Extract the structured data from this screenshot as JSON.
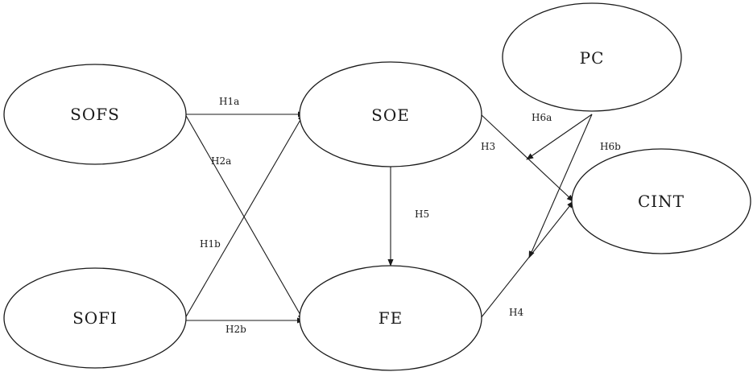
{
  "nodes": {
    "sofs": "SOFS",
    "sofi": "SOFI",
    "soe": "SOE",
    "fe": "FE",
    "pc": "PC",
    "cint": "CINT"
  },
  "edges": {
    "h1a": "H1a",
    "h1b": "H1b",
    "h2a": "H2a",
    "h2b": "H2b",
    "h3": "H3",
    "h4": "H4",
    "h5": "H5",
    "h6a": "H6a",
    "h6b": "H6b"
  },
  "colors": {
    "stroke": "#1a1a1a",
    "background": "#ffffff"
  }
}
